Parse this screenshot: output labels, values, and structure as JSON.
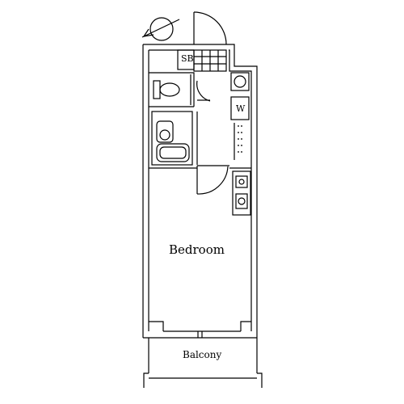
{
  "rooms": {
    "bedroom": "Bedroom",
    "balcony": "Balcony",
    "shoe_box": "SB",
    "washer": "W"
  },
  "icons": [
    "compass-icon",
    "toilet-icon",
    "washbasin-icon",
    "bathtub-icon",
    "sink-icon",
    "stove-icon",
    "shower-grid-icon"
  ],
  "colors": {
    "line": "#000000",
    "background": "#ffffff"
  }
}
